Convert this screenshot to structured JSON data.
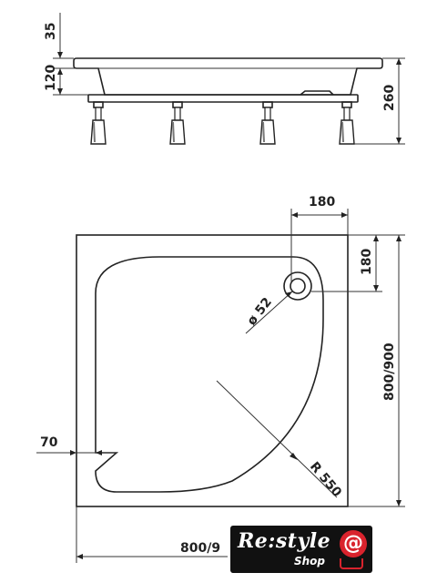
{
  "dimensions": {
    "top_height": "35",
    "base_height": "120",
    "total_height": "260",
    "waste_offset_x": "180",
    "waste_offset_y": "180",
    "waste_diameter": "ø 52",
    "side_margin": "70",
    "radius": "R 550",
    "side_length": "800/900",
    "bottom_length": "800/9"
  },
  "logo": {
    "main_text": "Re:style",
    "sub_text": "Shop",
    "mark": "@"
  }
}
